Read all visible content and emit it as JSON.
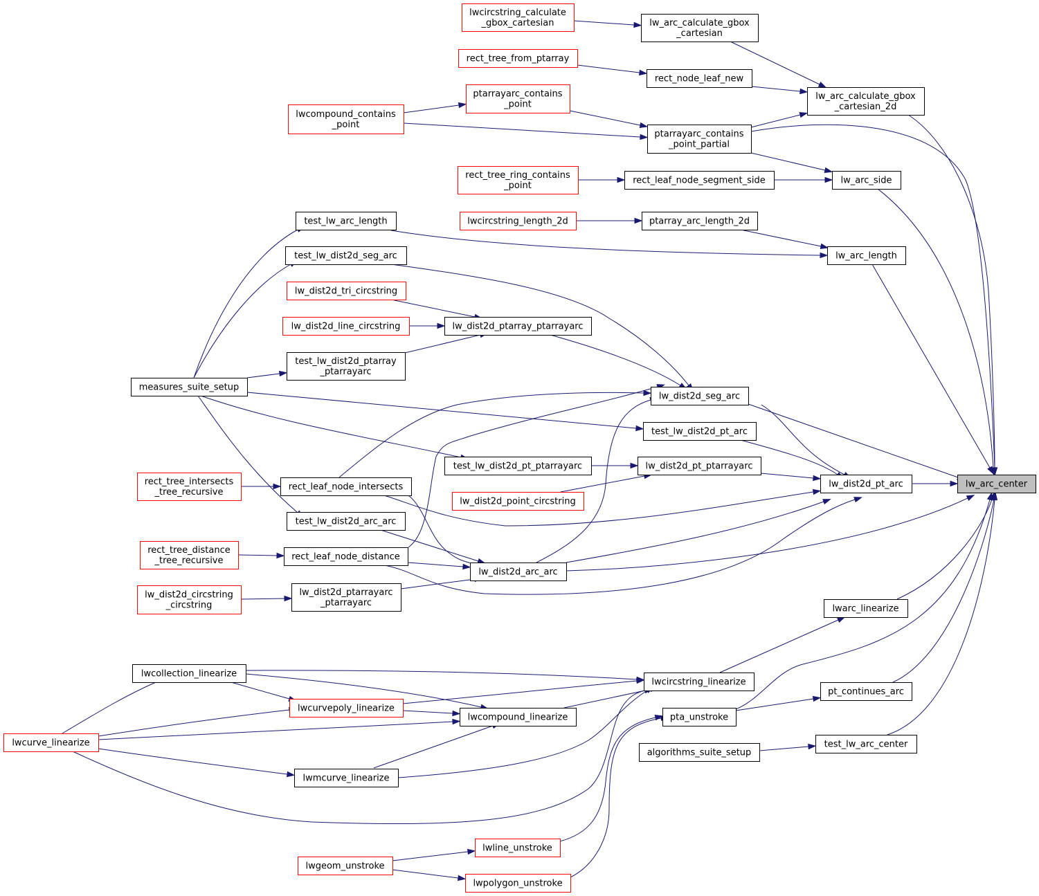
{
  "colors": {
    "edge": "#191970",
    "focus_fill": "#bfbfbf",
    "normal_border": "#000000",
    "truncated_border": "#ff0000"
  },
  "nodes": {
    "lw_arc_center": {
      "lines": [
        "lw_arc_center"
      ],
      "style": "focus"
    },
    "lw_arc_calculate_gbox_cartesian_2d": {
      "lines": [
        "lw_arc_calculate_gbox",
        "_cartesian_2d"
      ],
      "style": "normal"
    },
    "lw_arc_side": {
      "lines": [
        "lw_arc_side"
      ],
      "style": "normal"
    },
    "lw_arc_length": {
      "lines": [
        "lw_arc_length"
      ],
      "style": "normal"
    },
    "lw_dist2d_pt_arc": {
      "lines": [
        "lw_dist2d_pt_arc"
      ],
      "style": "normal"
    },
    "lwarc_linearize": {
      "lines": [
        "lwarc_linearize"
      ],
      "style": "normal"
    },
    "pt_continues_arc": {
      "lines": [
        "pt_continues_arc"
      ],
      "style": "normal"
    },
    "test_lw_arc_center": {
      "lines": [
        "test_lw_arc_center"
      ],
      "style": "normal"
    },
    "lw_arc_calculate_gbox_cartesian": {
      "lines": [
        "lw_arc_calculate_gbox",
        "_cartesian"
      ],
      "style": "normal"
    },
    "rect_node_leaf_new": {
      "lines": [
        "rect_node_leaf_new"
      ],
      "style": "normal"
    },
    "ptarrayarc_contains_point_partial": {
      "lines": [
        "ptarrayarc_contains",
        "_point_partial"
      ],
      "style": "normal"
    },
    "rect_leaf_node_segment_side": {
      "lines": [
        "rect_leaf_node_segment_side"
      ],
      "style": "normal"
    },
    "ptarray_arc_length_2d": {
      "lines": [
        "ptarray_arc_length_2d"
      ],
      "style": "normal"
    },
    "lw_dist2d_seg_arc": {
      "lines": [
        "lw_dist2d_seg_arc"
      ],
      "style": "normal"
    },
    "test_lw_dist2d_pt_arc": {
      "lines": [
        "test_lw_dist2d_pt_arc"
      ],
      "style": "normal"
    },
    "lw_dist2d_pt_ptarrayarc": {
      "lines": [
        "lw_dist2d_pt_ptarrayarc"
      ],
      "style": "normal"
    },
    "lwcircstring_linearize": {
      "lines": [
        "lwcircstring_linearize"
      ],
      "style": "normal"
    },
    "pta_unstroke": {
      "lines": [
        "pta_unstroke"
      ],
      "style": "normal"
    },
    "algorithms_suite_setup": {
      "lines": [
        "algorithms_suite_setup"
      ],
      "style": "normal"
    },
    "lwcircstring_calculate_gbox_cartesian": {
      "lines": [
        "lwcircstring_calculate",
        "_gbox_cartesian"
      ],
      "style": "truncated"
    },
    "rect_tree_from_ptarray": {
      "lines": [
        "rect_tree_from_ptarray"
      ],
      "style": "truncated"
    },
    "ptarrayarc_contains_point": {
      "lines": [
        "ptarrayarc_contains",
        "_point"
      ],
      "style": "truncated"
    },
    "lwcompound_contains_point": {
      "lines": [
        "lwcompound_contains",
        "_point"
      ],
      "style": "truncated"
    },
    "rect_tree_ring_contains_point": {
      "lines": [
        "rect_tree_ring_contains",
        "_point"
      ],
      "style": "truncated"
    },
    "lwcircstring_length_2d": {
      "lines": [
        "lwcircstring_length_2d"
      ],
      "style": "truncated"
    },
    "test_lw_arc_length": {
      "lines": [
        "test_lw_arc_length"
      ],
      "style": "normal"
    },
    "test_lw_dist2d_seg_arc": {
      "lines": [
        "test_lw_dist2d_seg_arc"
      ],
      "style": "normal"
    },
    "lw_dist2d_tri_circstring": {
      "lines": [
        "lw_dist2d_tri_circstring"
      ],
      "style": "truncated"
    },
    "lw_dist2d_line_circstring": {
      "lines": [
        "lw_dist2d_line_circstring"
      ],
      "style": "truncated"
    },
    "lw_dist2d_ptarray_ptarrayarc": {
      "lines": [
        "lw_dist2d_ptarray_ptarrayarc"
      ],
      "style": "normal"
    },
    "test_lw_dist2d_ptarray_ptarrayarc": {
      "lines": [
        "test_lw_dist2d_ptarray",
        "_ptarrayarc"
      ],
      "style": "normal"
    },
    "measures_suite_setup": {
      "lines": [
        "measures_suite_setup"
      ],
      "style": "normal"
    },
    "test_lw_dist2d_pt_ptarrayarc": {
      "lines": [
        "test_lw_dist2d_pt_ptarrayarc"
      ],
      "style": "normal"
    },
    "lw_dist2d_point_circstring": {
      "lines": [
        "lw_dist2d_point_circstring"
      ],
      "style": "truncated"
    },
    "rect_tree_intersects_tree_recursive": {
      "lines": [
        "rect_tree_intersects",
        "_tree_recursive"
      ],
      "style": "truncated"
    },
    "rect_leaf_node_intersects": {
      "lines": [
        "rect_leaf_node_intersects"
      ],
      "style": "normal"
    },
    "test_lw_dist2d_arc_arc": {
      "lines": [
        "test_lw_dist2d_arc_arc"
      ],
      "style": "normal"
    },
    "rect_tree_distance_tree_recursive": {
      "lines": [
        "rect_tree_distance",
        "_tree_recursive"
      ],
      "style": "truncated"
    },
    "rect_leaf_node_distance": {
      "lines": [
        "rect_leaf_node_distance"
      ],
      "style": "normal"
    },
    "lw_dist2d_arc_arc": {
      "lines": [
        "lw_dist2d_arc_arc"
      ],
      "style": "normal"
    },
    "lw_dist2d_circstring_circstring": {
      "lines": [
        "lw_dist2d_circstring",
        "_circstring"
      ],
      "style": "truncated"
    },
    "lw_dist2d_ptarrayarc_ptarrayarc": {
      "lines": [
        "lw_dist2d_ptarrayarc",
        "_ptarrayarc"
      ],
      "style": "normal"
    },
    "lwcollection_linearize": {
      "lines": [
        "lwcollection_linearize"
      ],
      "style": "normal"
    },
    "lwcurvepoly_linearize": {
      "lines": [
        "lwcurvepoly_linearize"
      ],
      "style": "truncated"
    },
    "lwcompound_linearize": {
      "lines": [
        "lwcompound_linearize"
      ],
      "style": "normal"
    },
    "lwcurve_linearize": {
      "lines": [
        "lwcurve_linearize"
      ],
      "style": "truncated"
    },
    "lwmcurve_linearize": {
      "lines": [
        "lwmcurve_linearize"
      ],
      "style": "normal"
    },
    "lwline_unstroke": {
      "lines": [
        "lwline_unstroke"
      ],
      "style": "truncated"
    },
    "lwgeom_unstroke": {
      "lines": [
        "lwgeom_unstroke"
      ],
      "style": "truncated"
    },
    "lwpolygon_unstroke": {
      "lines": [
        "lwpolygon_unstroke"
      ],
      "style": "truncated"
    }
  },
  "edges": [
    [
      "lw_arc_calculate_gbox_cartesian_2d",
      "lw_arc_center"
    ],
    [
      "lw_arc_side",
      "lw_arc_center"
    ],
    [
      "lw_arc_length",
      "lw_arc_center"
    ],
    [
      "lw_dist2d_pt_arc",
      "lw_arc_center"
    ],
    [
      "lwarc_linearize",
      "lw_arc_center"
    ],
    [
      "pt_continues_arc",
      "lw_arc_center"
    ],
    [
      "test_lw_arc_center",
      "lw_arc_center"
    ],
    [
      "ptarrayarc_contains_point_partial",
      "lw_arc_center"
    ],
    [
      "lw_dist2d_seg_arc",
      "lw_arc_center"
    ],
    [
      "lw_dist2d_arc_arc",
      "lw_arc_center"
    ],
    [
      "pta_unstroke",
      "lw_arc_center"
    ],
    [
      "lw_arc_calculate_gbox_cartesian",
      "lw_arc_calculate_gbox_cartesian_2d"
    ],
    [
      "rect_node_leaf_new",
      "lw_arc_calculate_gbox_cartesian_2d"
    ],
    [
      "ptarrayarc_contains_point_partial",
      "lw_arc_calculate_gbox_cartesian_2d"
    ],
    [
      "lwcircstring_calculate_gbox_cartesian",
      "lw_arc_calculate_gbox_cartesian"
    ],
    [
      "rect_tree_from_ptarray",
      "rect_node_leaf_new"
    ],
    [
      "ptarrayarc_contains_point",
      "ptarrayarc_contains_point_partial"
    ],
    [
      "lwcompound_contains_point",
      "ptarrayarc_contains_point"
    ],
    [
      "lwcompound_contains_point",
      "ptarrayarc_contains_point_partial"
    ],
    [
      "ptarrayarc_contains_point_partial",
      "lw_arc_side"
    ],
    [
      "rect_leaf_node_segment_side",
      "lw_arc_side"
    ],
    [
      "rect_tree_ring_contains_point",
      "rect_leaf_node_segment_side"
    ],
    [
      "ptarray_arc_length_2d",
      "lw_arc_length"
    ],
    [
      "test_lw_arc_length",
      "lw_arc_length"
    ],
    [
      "lwcircstring_length_2d",
      "ptarray_arc_length_2d"
    ],
    [
      "measures_suite_setup",
      "test_lw_arc_length"
    ],
    [
      "measures_suite_setup",
      "test_lw_dist2d_seg_arc"
    ],
    [
      "measures_suite_setup",
      "test_lw_dist2d_ptarray_ptarrayarc"
    ],
    [
      "measures_suite_setup",
      "test_lw_dist2d_pt_arc"
    ],
    [
      "measures_suite_setup",
      "test_lw_dist2d_pt_ptarrayarc"
    ],
    [
      "measures_suite_setup",
      "test_lw_dist2d_arc_arc"
    ],
    [
      "test_lw_dist2d_seg_arc",
      "lw_dist2d_seg_arc"
    ],
    [
      "lw_dist2d_ptarray_ptarrayarc",
      "lw_dist2d_seg_arc"
    ],
    [
      "rect_leaf_node_intersects",
      "lw_dist2d_seg_arc"
    ],
    [
      "rect_leaf_node_distance",
      "lw_dist2d_seg_arc"
    ],
    [
      "lw_dist2d_arc_arc",
      "lw_dist2d_seg_arc"
    ],
    [
      "lw_dist2d_tri_circstring",
      "lw_dist2d_ptarray_ptarrayarc"
    ],
    [
      "lw_dist2d_line_circstring",
      "lw_dist2d_ptarray_ptarrayarc"
    ],
    [
      "test_lw_dist2d_ptarray_ptarrayarc",
      "lw_dist2d_ptarray_ptarrayarc"
    ],
    [
      "lw_dist2d_seg_arc",
      "lw_dist2d_pt_arc"
    ],
    [
      "test_lw_dist2d_pt_arc",
      "lw_dist2d_pt_arc"
    ],
    [
      "lw_dist2d_pt_ptarrayarc",
      "lw_dist2d_pt_arc"
    ],
    [
      "rect_leaf_node_intersects",
      "lw_dist2d_pt_arc"
    ],
    [
      "lw_dist2d_arc_arc",
      "lw_dist2d_pt_arc"
    ],
    [
      "rect_leaf_node_distance",
      "lw_dist2d_pt_arc"
    ],
    [
      "test_lw_dist2d_pt_ptarrayarc",
      "lw_dist2d_pt_ptarrayarc"
    ],
    [
      "lw_dist2d_point_circstring",
      "lw_dist2d_pt_ptarrayarc"
    ],
    [
      "rect_tree_intersects_tree_recursive",
      "rect_leaf_node_intersects"
    ],
    [
      "rect_tree_distance_tree_recursive",
      "rect_leaf_node_distance"
    ],
    [
      "test_lw_dist2d_arc_arc",
      "lw_dist2d_arc_arc"
    ],
    [
      "rect_leaf_node_intersects",
      "lw_dist2d_arc_arc"
    ],
    [
      "rect_leaf_node_distance",
      "lw_dist2d_arc_arc"
    ],
    [
      "lw_dist2d_ptarrayarc_ptarrayarc",
      "lw_dist2d_arc_arc"
    ],
    [
      "lw_dist2d_circstring_circstring",
      "lw_dist2d_ptarrayarc_ptarrayarc"
    ],
    [
      "lwcircstring_linearize",
      "lwarc_linearize"
    ],
    [
      "pta_unstroke",
      "pt_continues_arc"
    ],
    [
      "algorithms_suite_setup",
      "test_lw_arc_center"
    ],
    [
      "lwcollection_linearize",
      "lwcircstring_linearize"
    ],
    [
      "lwcurvepoly_linearize",
      "lwcircstring_linearize"
    ],
    [
      "lwcompound_linearize",
      "lwcircstring_linearize"
    ],
    [
      "lwmcurve_linearize",
      "lwcircstring_linearize"
    ],
    [
      "lwcurve_linearize",
      "lwcircstring_linearize"
    ],
    [
      "lwcollection_linearize",
      "lwcurvepoly_linearize"
    ],
    [
      "lwcollection_linearize",
      "lwcompound_linearize"
    ],
    [
      "lwcurvepoly_linearize",
      "lwcompound_linearize"
    ],
    [
      "lwmcurve_linearize",
      "lwcompound_linearize"
    ],
    [
      "lwcurve_linearize",
      "lwcollection_linearize"
    ],
    [
      "lwcurve_linearize",
      "lwcurvepoly_linearize"
    ],
    [
      "lwcurve_linearize",
      "lwcompound_linearize"
    ],
    [
      "lwcurve_linearize",
      "lwmcurve_linearize"
    ],
    [
      "lwline_unstroke",
      "pta_unstroke"
    ],
    [
      "lwpolygon_unstroke",
      "pta_unstroke"
    ],
    [
      "lwgeom_unstroke",
      "lwline_unstroke"
    ],
    [
      "lwgeom_unstroke",
      "lwpolygon_unstroke"
    ]
  ]
}
